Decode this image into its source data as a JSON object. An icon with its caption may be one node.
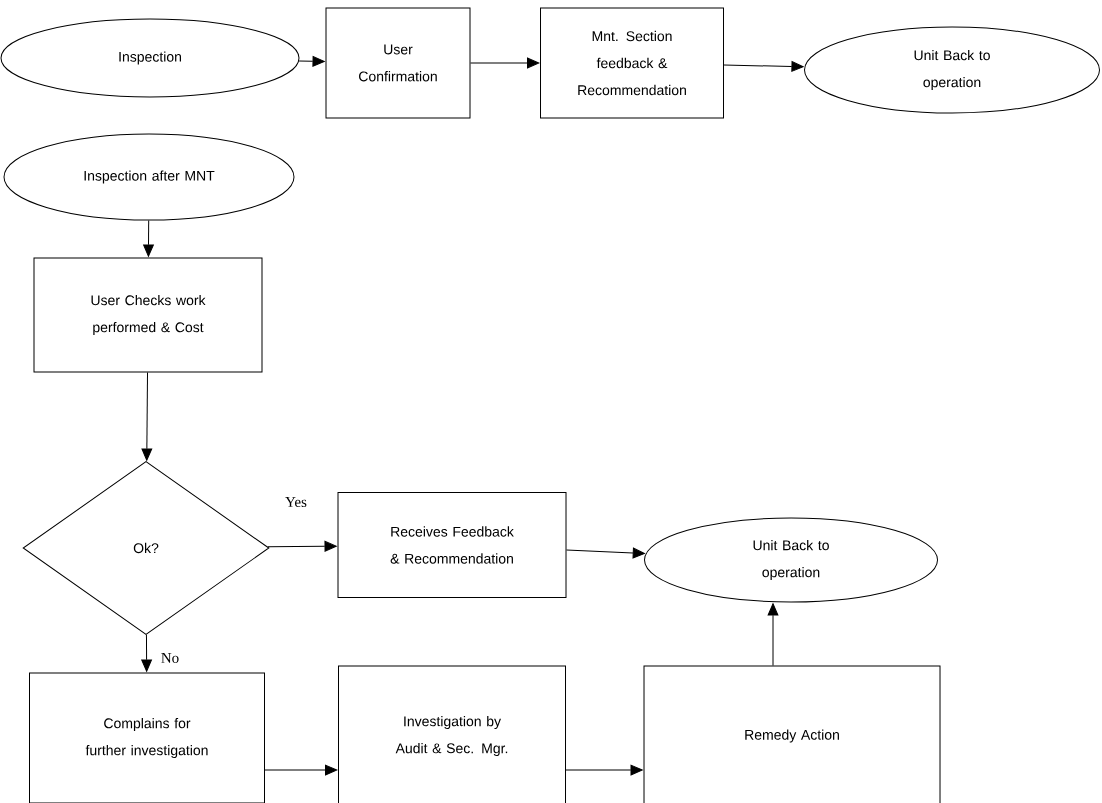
{
  "diagram": {
    "nodes": [
      {
        "text": [
          "Inspection"
        ]
      },
      {
        "text": [
          "User Confirmation"
        ]
      },
      {
        "text": [
          "Mnt. Section feedback & Recommendation"
        ]
      },
      {
        "text": [
          "Unit Back to operation"
        ]
      },
      {
        "text": [
          "Inspection after MNT"
        ]
      },
      {
        "text": [
          "User Checks work performed & Cost"
        ]
      },
      {
        "text": [
          "Ok?"
        ]
      },
      {
        "text": [
          "Receives Feedback & Recommendation"
        ]
      },
      {
        "text": [
          "Unit Back to operation"
        ]
      },
      {
        "text": [
          "Complains for further investigation"
        ]
      },
      {
        "text": [
          "Investigation by Audit & Sec. Mgr."
        ]
      },
      {
        "text": [
          "Remedy Action"
        ]
      }
    ],
    "edges": [
      {
        "from": 0,
        "to": 1,
        "arrow": "to"
      },
      {
        "from": 1,
        "to": 2,
        "arrow": "to"
      },
      {
        "from": 2,
        "to": 3,
        "arrow": "to"
      },
      {
        "from": 4,
        "to": 5,
        "arrow": "to"
      },
      {
        "from": 5,
        "to": 6,
        "arrow": "to"
      },
      {
        "from": 6,
        "to": 7,
        "arrow": "to",
        "label": "Yes"
      },
      {
        "from": 7,
        "to": 8,
        "arrow": "to"
      },
      {
        "from": 6,
        "to": 9,
        "arrow": "to",
        "label": "No"
      },
      {
        "from": 9,
        "to": 10,
        "arrow": "to"
      },
      {
        "from": 10,
        "to": 11,
        "arrow": "to"
      },
      {
        "from": 11,
        "to": 8,
        "arrow": "to"
      }
    ]
  }
}
